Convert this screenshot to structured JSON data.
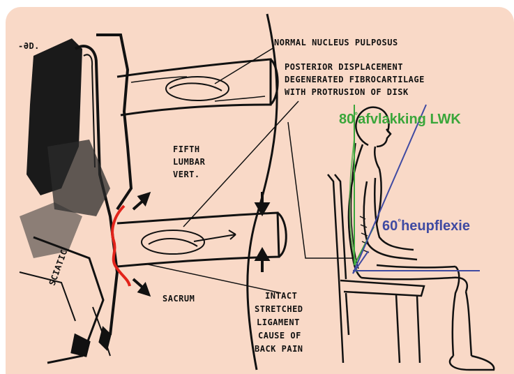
{
  "labels": {
    "normal_nucleus": "NORMAL NUCLEUS PULPOSUS",
    "posterior_line1": "POSTERIOR DISPLACEMENT",
    "posterior_line2": "DEGENERATED FIBROCARTILAGE",
    "posterior_line3": "WITH PROTRUSION OF DISK",
    "fifth_line1": "FIFTH",
    "fifth_line2": "LUMBAR",
    "fifth_line3": "VERT.",
    "sacrum": "SACRUM",
    "intact_line1": "INTACT",
    "intact_line2": "STRETCHED",
    "intact_line3": "LIGAMENT",
    "intact_line4": "CAUSE OF",
    "intact_line5": "BACK PAIN",
    "top_left_scribble": "-ƏD.",
    "sciatic_scribble": "SCIATIC"
  },
  "angles": {
    "lumbar_value": "80",
    "lumbar_degree": "°",
    "lumbar_text": "afvlakking LWK",
    "hip_value": "60",
    "hip_degree": "°",
    "hip_text": "heupflexie"
  },
  "colors": {
    "panel_bg": "#f9d9c7",
    "ink": "#111111",
    "lumbar_green": "#3aa63a",
    "hip_blue": "#3f4aa2",
    "disc_red": "#e2231a"
  }
}
